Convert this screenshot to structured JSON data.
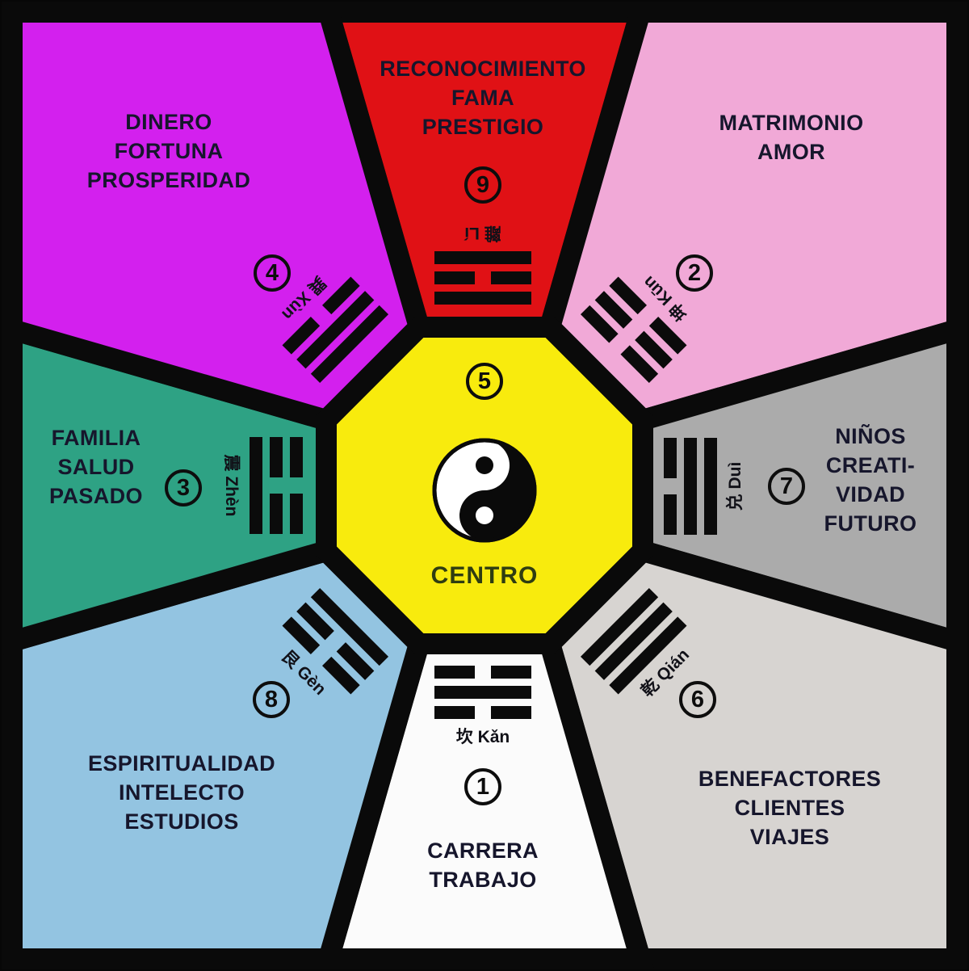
{
  "palette": {
    "frame_black": "#0a0a0a",
    "title_text": "#16162c",
    "centro_text": "#2f3d11"
  },
  "center": {
    "number": "5",
    "label": "CENTRO",
    "color": "#F8EB0D",
    "symbol": "yin-yang"
  },
  "sectors": [
    {
      "id": "north",
      "number": "9",
      "color": "#E01115",
      "title_lines": [
        "RECONOCIMIENTO",
        "FAMA",
        "PRESTIGIO"
      ],
      "trigram_label": "離 Lí",
      "trigram_lines": [
        "solid",
        "broken",
        "solid"
      ]
    },
    {
      "id": "northeast",
      "number": "2",
      "color": "#F1A9D7",
      "title_lines": [
        "MATRIMONIO",
        "AMOR"
      ],
      "trigram_label": "坤 Kūn",
      "trigram_lines": [
        "broken",
        "broken",
        "broken"
      ]
    },
    {
      "id": "east",
      "number": "7",
      "color": "#ABABAB",
      "title_lines": [
        "NIÑOS",
        "CREATI-",
        "VIDAD",
        "FUTURO"
      ],
      "trigram_label": "兑 Duì",
      "trigram_lines": [
        "broken",
        "solid",
        "solid"
      ]
    },
    {
      "id": "southeast",
      "number": "6",
      "color": "#D7D4D1",
      "title_lines": [
        "BENEFACTORES",
        "CLIENTES",
        "VIAJES"
      ],
      "trigram_label": "乾 Qián",
      "trigram_lines": [
        "solid",
        "solid",
        "solid"
      ]
    },
    {
      "id": "south",
      "number": "1",
      "color": "#FBFBFB",
      "title_lines": [
        "CARRERA",
        "TRABAJO"
      ],
      "trigram_label": "坎 Kǎn",
      "trigram_lines": [
        "broken",
        "solid",
        "broken"
      ]
    },
    {
      "id": "southwest",
      "number": "8",
      "color": "#93C4E1",
      "title_lines": [
        "ESPIRITUALIDAD",
        "INTELECTO",
        "ESTUDIOS"
      ],
      "trigram_label": "艮 Gèn",
      "trigram_lines": [
        "solid",
        "broken",
        "broken"
      ]
    },
    {
      "id": "west",
      "number": "3",
      "color": "#2EA284",
      "title_lines": [
        "FAMILIA",
        "SALUD",
        "PASADO"
      ],
      "trigram_label": "震 Zhèn",
      "trigram_lines": [
        "broken",
        "broken",
        "solid"
      ]
    },
    {
      "id": "northwest",
      "number": "4",
      "color": "#D320EE",
      "title_lines": [
        "DINERO",
        "FORTUNA",
        "PROSPERIDAD"
      ],
      "trigram_label": "巽 Xùn",
      "trigram_lines": [
        "solid",
        "solid",
        "broken"
      ]
    }
  ]
}
